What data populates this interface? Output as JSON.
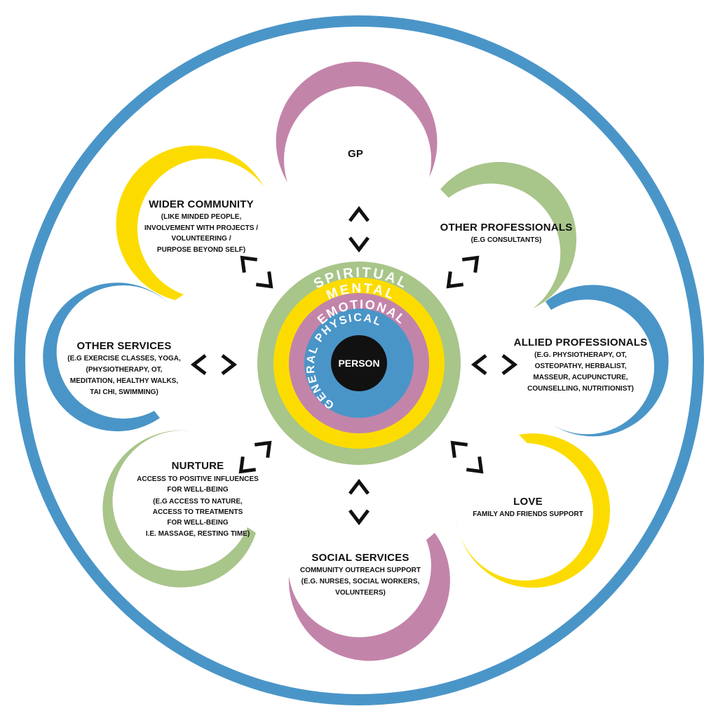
{
  "colors": {
    "outer_ring": "#4a95c8",
    "pink": "#c384aa",
    "green": "#a8c58a",
    "yellow": "#fcdc00",
    "blue": "#4a95c8",
    "black": "#111111"
  },
  "center": {
    "person": "PERSON",
    "rings": [
      {
        "label": "SPIRITUAL",
        "color": "#a8c58a"
      },
      {
        "label": "MENTAL",
        "color": "#fcdc00"
      },
      {
        "label": "EMOTIONAL",
        "color": "#c384aa"
      },
      {
        "label": "GENERAL PHYSICAL",
        "color": "#4a95c8"
      }
    ]
  },
  "nodes": {
    "gp": {
      "title": "GP",
      "lines": []
    },
    "other_professionals": {
      "title": "OTHER PROFESSIONALS",
      "lines": [
        "(E.G CONSULTANTS)"
      ]
    },
    "allied_professionals": {
      "title": "ALLIED PROFESSIONALS",
      "lines": [
        "(E.G. PHYSIOTHERAPY, OT,",
        "OSTEOPATHY, HERBALIST,",
        "MASSEUR, ACUPUNCTURE,",
        "COUNSELLING, NUTRITIONIST)"
      ]
    },
    "love": {
      "title": "LOVE",
      "lines": [
        "FAMILY AND FRIENDS SUPPORT"
      ]
    },
    "social_services": {
      "title": "SOCIAL SERVICES",
      "lines": [
        "COMMUNITY OUTREACH SUPPORT",
        "(E.G. NURSES, SOCIAL WORKERS,",
        "VOLUNTEERS)"
      ]
    },
    "nurture": {
      "title": "NURTURE",
      "lines": [
        "ACCESS TO POSITIVE INFLUENCES",
        "FOR WELL-BEING",
        "(E.G ACCESS TO NATURE,",
        "ACCESS TO TREATMENTS",
        "FOR WELL-BEING",
        "I.E. MASSAGE, RESTING TIME)"
      ]
    },
    "other_services": {
      "title": "OTHER SERVICES",
      "lines": [
        "(E.G EXERCISE CLASSES, YOGA,",
        "(PHYSIOTHERAPY, OT,",
        "MEDITATION, HEALTHY WALKS,",
        "TAI CHI, SWIMMING)"
      ]
    },
    "wider_community": {
      "title": "WIDER COMMUNITY",
      "lines": [
        "(LIKE MINDED PEOPLE,",
        "INVOLVEMENT WITH PROJECTS /",
        "VOLUNTEERING /",
        "PURPOSE BEYOND SELF)"
      ]
    }
  }
}
